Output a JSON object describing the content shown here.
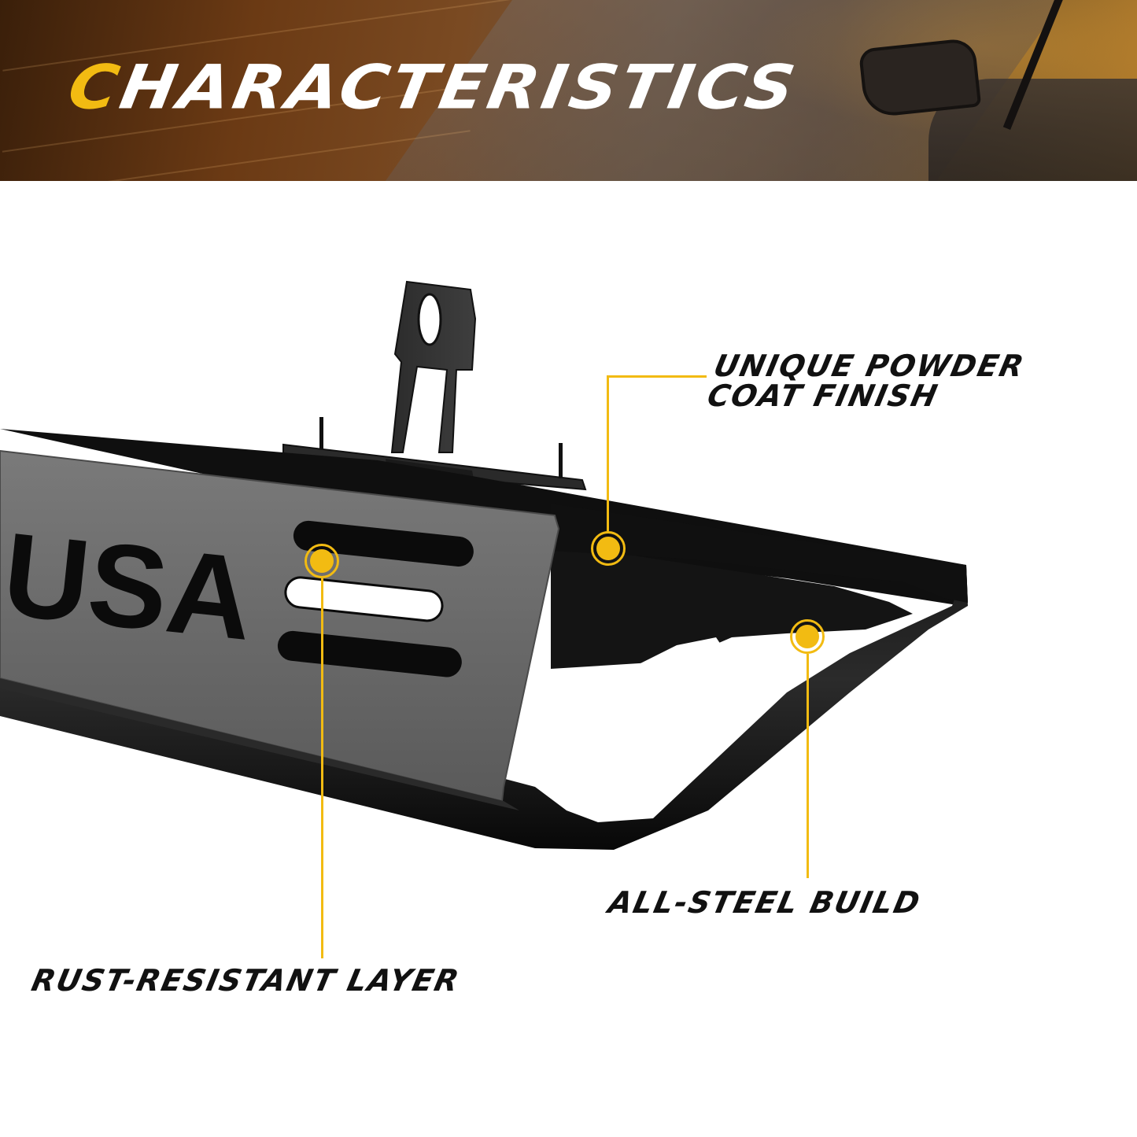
{
  "banner": {
    "title_first_letter": "C",
    "title_rest": "HARACTERISTICS",
    "accent_color": "#f2bb12",
    "background": "motion-blurred autumn road with car side mirror"
  },
  "product": {
    "name": "nerf step bar / running board",
    "plate_text": "USA",
    "color": "#111111"
  },
  "callouts": [
    {
      "id": "powder-coat",
      "line1": "UNIQUE POWDER",
      "line2": "COAT FINISH",
      "marker": "dot-marker"
    },
    {
      "id": "all-steel",
      "label": "ALL-STEEL BUILD",
      "marker": "dot-marker"
    },
    {
      "id": "rust-resistant",
      "label": "RUST-RESISTANT LAYER",
      "marker": "dot-marker"
    }
  ],
  "colors": {
    "accent": "#f2bb12",
    "text": "#111111",
    "background": "#ffffff"
  }
}
